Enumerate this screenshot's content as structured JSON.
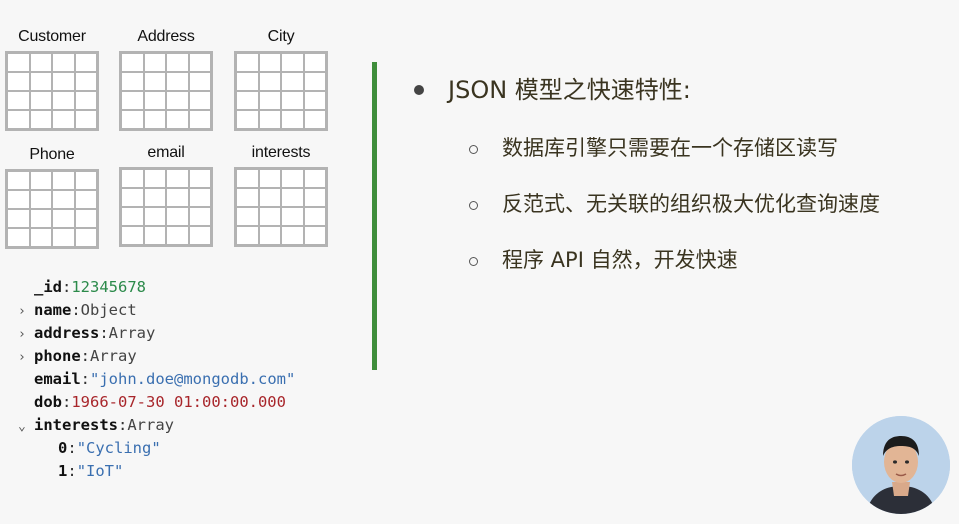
{
  "tables": [
    {
      "label": "Customer"
    },
    {
      "label": "Address"
    },
    {
      "label": "City"
    },
    {
      "label": "Phone"
    },
    {
      "label": "email"
    },
    {
      "label": "interests"
    }
  ],
  "document": {
    "rows": [
      {
        "key": "_id",
        "value": "12345678",
        "kind": "num",
        "toggle": ""
      },
      {
        "key": "name",
        "value": "Object",
        "kind": "type",
        "toggle": "›"
      },
      {
        "key": "address",
        "value": "Array",
        "kind": "type",
        "toggle": "›"
      },
      {
        "key": "phone",
        "value": "Array",
        "kind": "type",
        "toggle": "›"
      },
      {
        "key": "email",
        "value": "\"john.doe@mongodb.com\"",
        "kind": "str",
        "toggle": ""
      },
      {
        "key": "dob",
        "value": "1966-07-30 01:00:00.000",
        "kind": "date",
        "toggle": ""
      },
      {
        "key": "interests",
        "value": "Array",
        "kind": "type",
        "toggle": "⌄"
      },
      {
        "key": "0",
        "value": "\"Cycling\"",
        "kind": "str",
        "toggle": "",
        "child": true
      },
      {
        "key": "1",
        "value": "\"IoT\"",
        "kind": "str",
        "toggle": "",
        "child": true
      }
    ]
  },
  "slide": {
    "main_bullet": "JSON 模型之快速特性:",
    "sub_bullets": [
      "数据库引擎只需要在一个存储区读写",
      "反范式、无关联的组织极大优化查询速度",
      "程序 API 自然，开发快速"
    ]
  },
  "colors": {
    "divider": "#3f8e3b",
    "num": "#2b8a4a",
    "string": "#3a6fb0",
    "date": "#a8262b"
  },
  "presenter": {
    "icon": "presenter-avatar-icon"
  }
}
